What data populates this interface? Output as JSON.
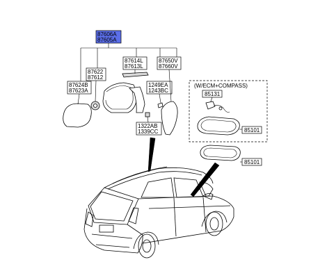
{
  "labels": {
    "assy_top": "87606A",
    "assy_bottom": "87605A",
    "glass_upper": "87624B",
    "glass_lower": "87623A",
    "actuator_upper": "87622",
    "actuator_lower": "87612",
    "cover_upper": "87614L",
    "cover_lower": "87613L",
    "cap_upper": "87650V",
    "cap_lower": "87660V",
    "bolt_upper": "1249EA",
    "bolt_lower": "1243BC",
    "nut_upper": "1322AB",
    "nut_lower": "1339CC",
    "inner_option": "(W/ECM+COMPASS)",
    "inner_bracket": "85131",
    "inner_mirror_option": "85101",
    "inner_mirror": "85101"
  }
}
